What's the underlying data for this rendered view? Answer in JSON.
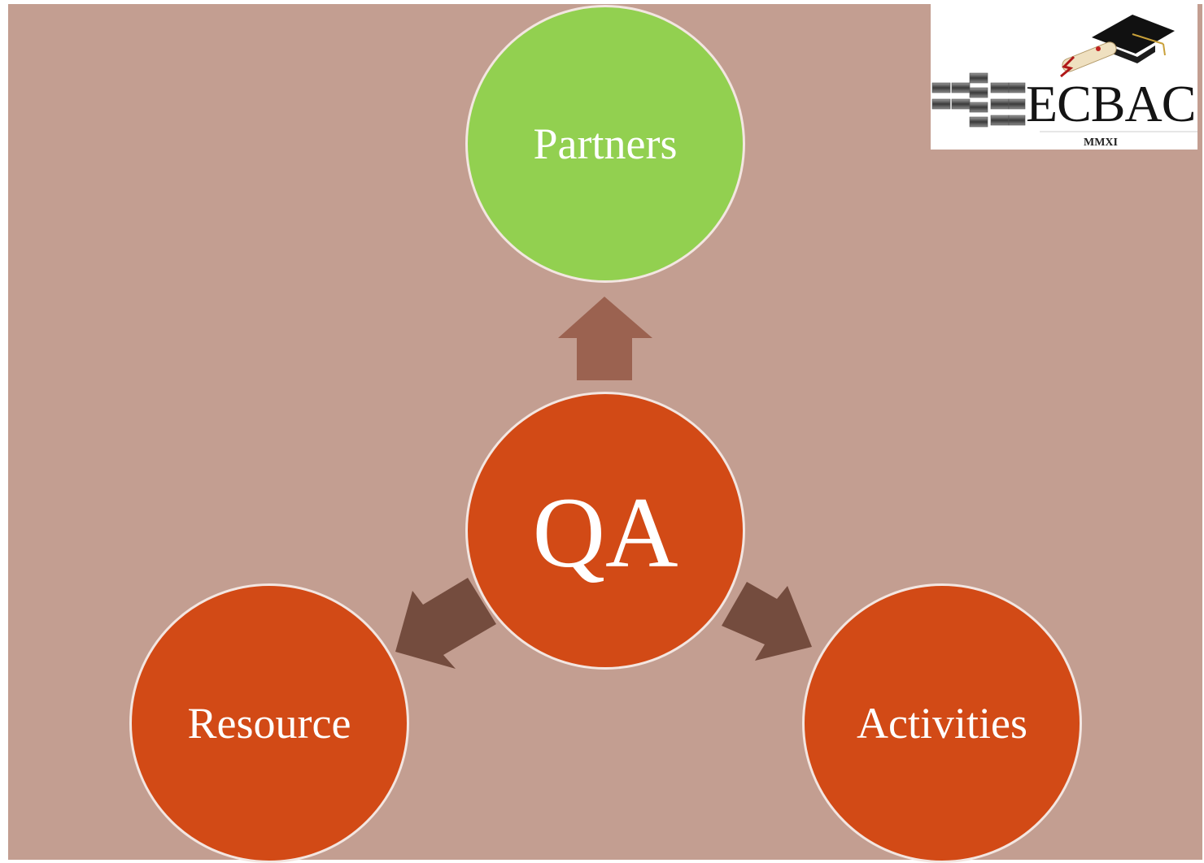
{
  "diagram": {
    "center": {
      "label": "QA",
      "color": "#d24a16"
    },
    "nodes": [
      {
        "id": "partners",
        "label": "Partners",
        "color": "#92d050"
      },
      {
        "id": "resource",
        "label": "Resource",
        "color": "#d24a16"
      },
      {
        "id": "activities",
        "label": "Activities",
        "color": "#d24a16"
      }
    ],
    "arrow_colors": {
      "partners": "#9b6250",
      "resource": "#744c3e",
      "activities": "#744c3e"
    },
    "background_color": "#c39e91",
    "node_border_color": "#f3e6e1"
  },
  "logo": {
    "wordmark": "ECBAC",
    "subtitle": "MMXI",
    "icon": "graduation-cap-and-diploma-icon"
  }
}
